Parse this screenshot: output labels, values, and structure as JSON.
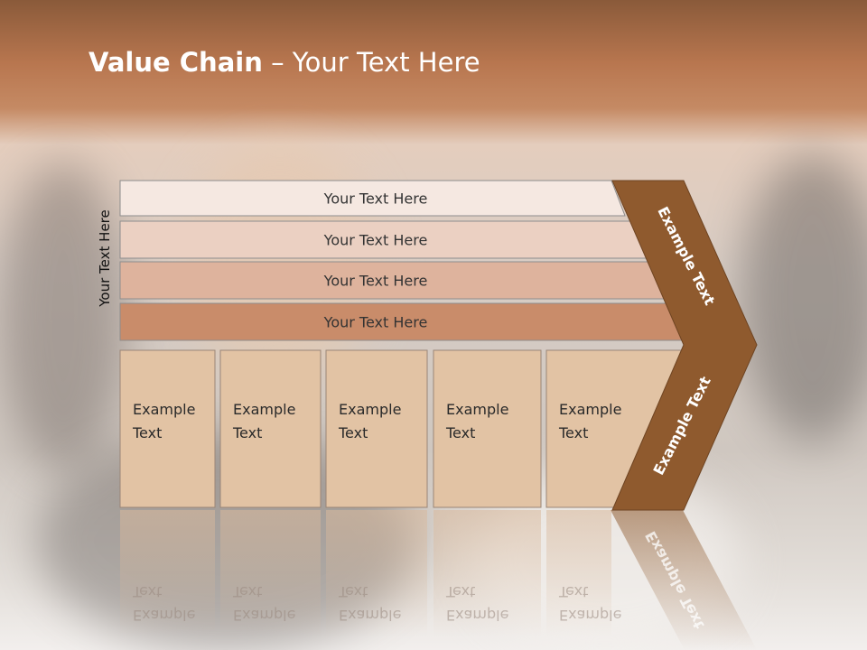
{
  "slide": {
    "title_bold": "Value Chain",
    "title_rest": " – Your Text Here",
    "side_label": "Your Text Here"
  },
  "rows": [
    {
      "label": "Your Text Here",
      "color": "#f5e8e1"
    },
    {
      "label": "Your Text Here",
      "color": "#ebd0c2"
    },
    {
      "label": "Your Text Here",
      "color": "#deb39d"
    },
    {
      "label": "Your Text Here",
      "color": "#c98c6a"
    }
  ],
  "boxes": [
    {
      "line1": "Example",
      "line2": "Text"
    },
    {
      "line1": "Example",
      "line2": "Text"
    },
    {
      "line1": "Example",
      "line2": "Text"
    },
    {
      "line1": "Example",
      "line2": "Text"
    },
    {
      "line1": "Example",
      "line2": "Text"
    }
  ],
  "arrow": {
    "upper_label": "Example Text",
    "lower_label": "Example Text",
    "color": "#8f5a2e"
  },
  "colors": {
    "box_fill": "#e2c3a4",
    "box_stroke": "#9a8677",
    "row_stroke": "#8d8d8d"
  }
}
